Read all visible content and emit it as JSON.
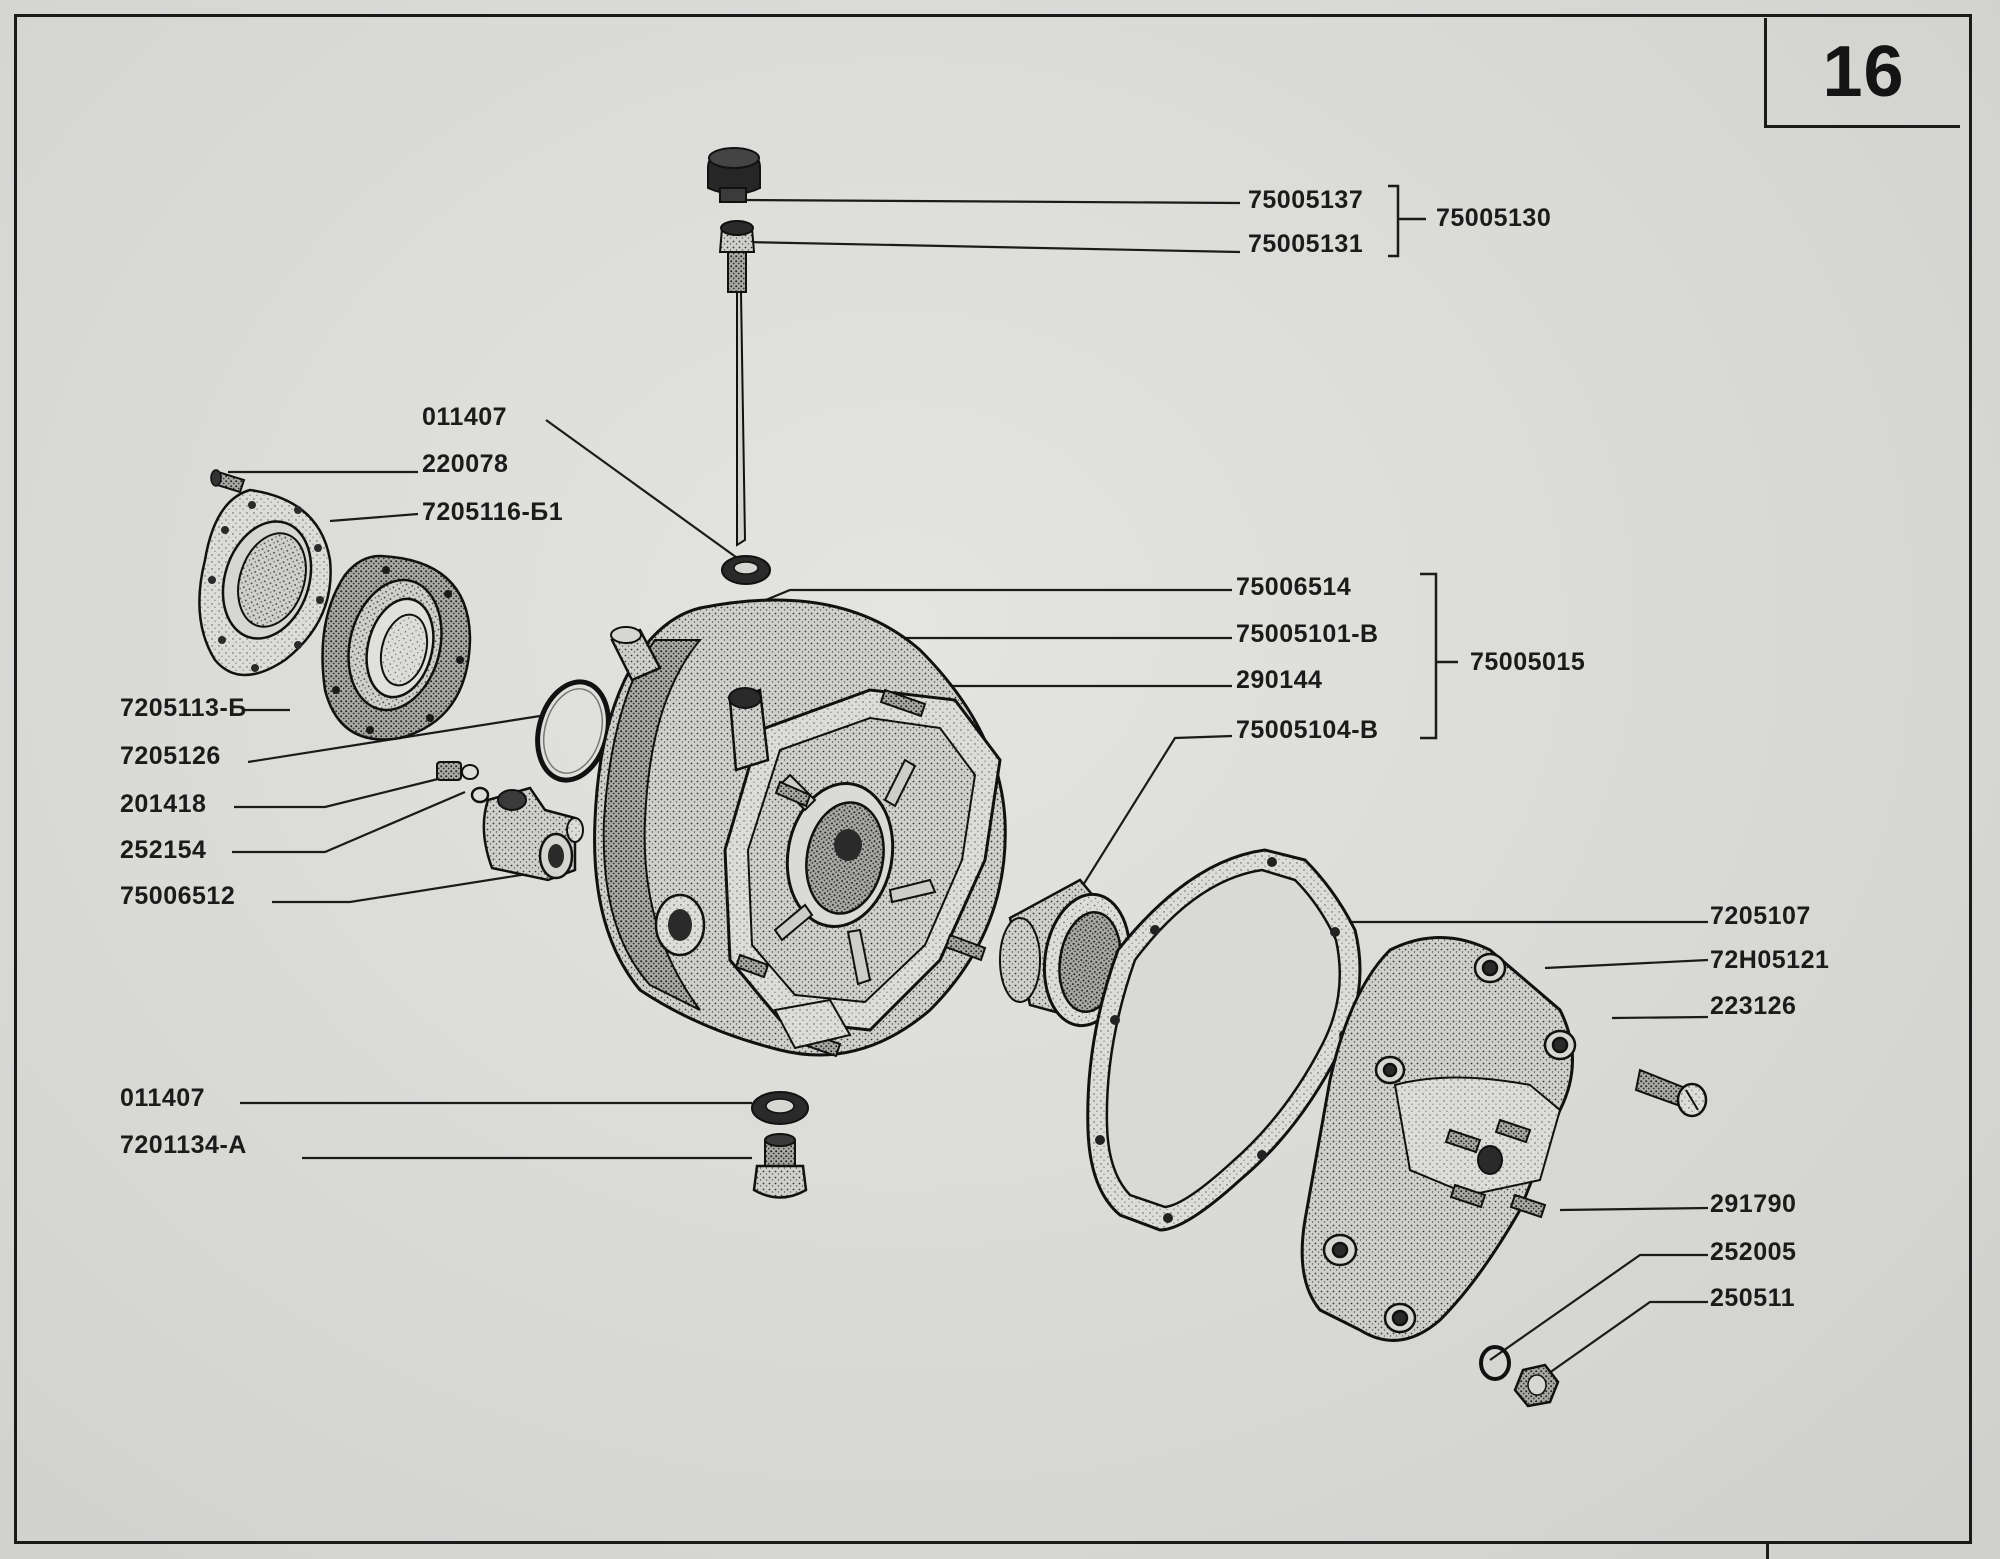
{
  "page": {
    "number": "16"
  },
  "part_numbers": {
    "cap": "75005137",
    "dipstick": "75005131",
    "dipstick_assembly": "75005130",
    "washer_top": "011407",
    "screw_small": "220078",
    "flange_cover": "7205116-Б1",
    "seal_plate": "7205113-Б",
    "o_ring": "7205126",
    "washer_small": "201418",
    "banjo_bolt": "252154",
    "banjo_fitting": "75006512",
    "dowel": "75006514",
    "housing": "75005101-В",
    "stud": "290144",
    "bushing": "75005104-В",
    "housing_assembly": "75005015",
    "gasket": "7205107",
    "rear_cover": "72Н05121",
    "cover_screw": "223126",
    "cover_stud": "291790",
    "spring_washer": "252005",
    "nut": "250511",
    "washer_bottom": "011407",
    "drain_plug": "7201134-А"
  }
}
